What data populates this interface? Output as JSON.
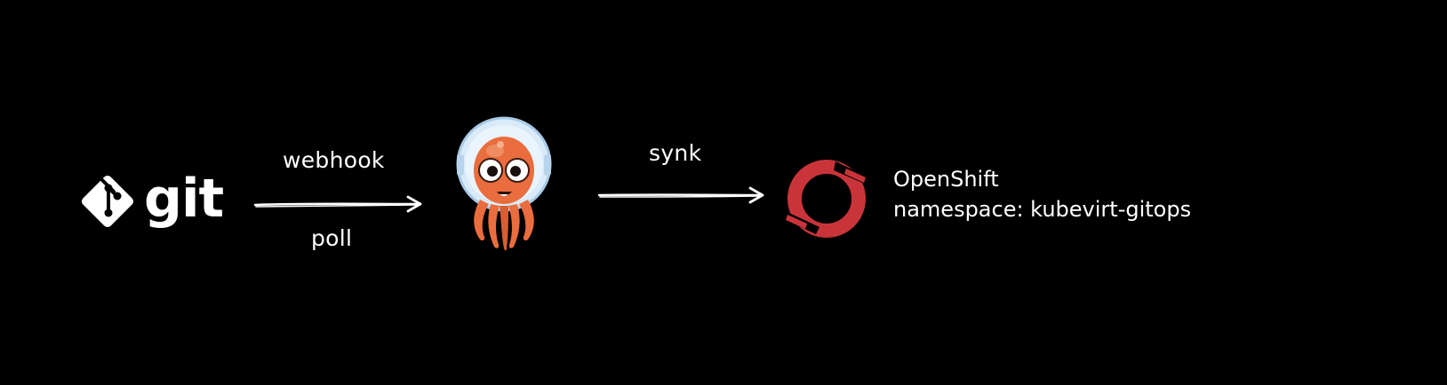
{
  "source": {
    "logo_text": "git",
    "icon": "git-diamond-icon"
  },
  "edge_git_to_argo": {
    "label_top": "webhook",
    "label_bottom": "poll"
  },
  "controller": {
    "icon": "argo-octopus-astronaut-icon"
  },
  "edge_argo_to_cluster": {
    "label_top": "synk"
  },
  "target": {
    "icon": "openshift-ring-icon",
    "line1": "OpenShift",
    "line2": "namespace: kubevirt-gitops"
  },
  "colors": {
    "background": "#000000",
    "text": "#ffffff",
    "openshift_red": "#c9343a",
    "octopus_orange": "#e96d3e",
    "helmet_blue": "#cfe3f5"
  }
}
